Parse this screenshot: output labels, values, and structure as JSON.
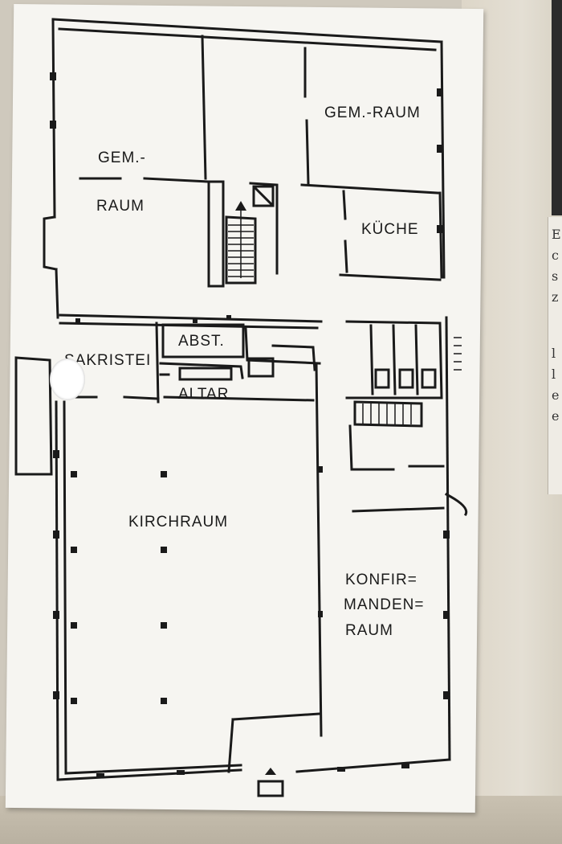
{
  "rooms": {
    "gem_raum_left_line1": "GEM.-",
    "gem_raum_left_line2": "RAUM",
    "gem_raum_right": "GEM.-RAUM",
    "kueche": "KÜCHE",
    "abst": "ABST.",
    "sakristei": "SAKRISTEI",
    "altar": "ALTAR",
    "kirchraum": "KIRCHRAUM",
    "konfi_line1": "KONFIR=",
    "konfi_line2": "MANDEN=",
    "konfi_line3": "RAUM"
  },
  "clipping": {
    "lines": [
      "E",
      "c",
      "s",
      "z",
      "l",
      "l",
      "e",
      "e"
    ]
  },
  "colors": {
    "ink": "#1a1a1a",
    "paper": "#f6f5f1",
    "background": "#cfc9bd"
  }
}
